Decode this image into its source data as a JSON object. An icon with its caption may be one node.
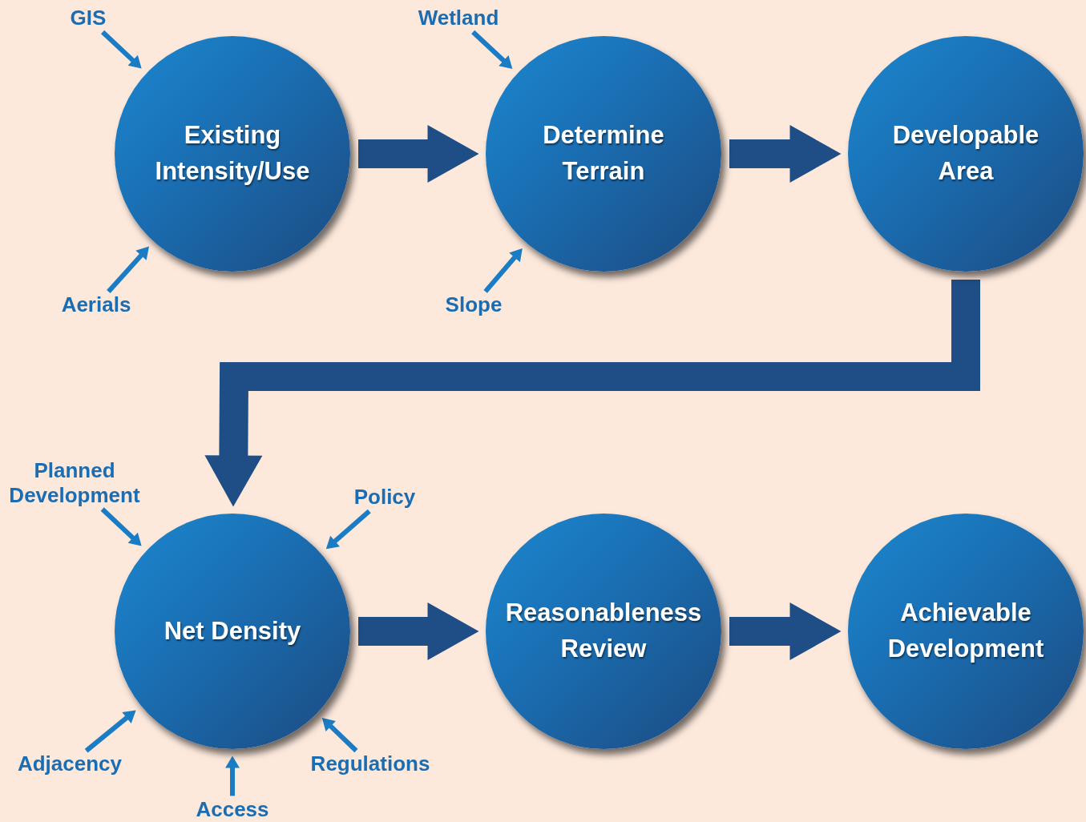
{
  "diagram": {
    "nodes": [
      {
        "text": [
          "GIS"
        ]
      },
      {
        "text": [
          "Wetland"
        ]
      },
      {
        "text": [
          "Existing Intensity/Use"
        ]
      },
      {
        "text": [
          "Determine Terrain"
        ]
      },
      {
        "text": [
          "Developable Area"
        ]
      },
      {
        "text": [
          "Aerials"
        ]
      },
      {
        "text": [
          "Slope"
        ]
      },
      {
        "text": [
          "Planned Development"
        ]
      },
      {
        "text": [
          "Policy"
        ]
      },
      {
        "text": [
          "Net Density"
        ]
      },
      {
        "text": [
          "Reasonableness Review"
        ]
      },
      {
        "text": [
          "Achievable Development"
        ]
      },
      {
        "text": [
          "Adjacency"
        ]
      },
      {
        "text": [
          "Regulations"
        ]
      },
      {
        "text": [
          "Access"
        ]
      }
    ],
    "edges": [
      {
        "from": 0,
        "to": 2,
        "arrow": "to"
      },
      {
        "from": 5,
        "to": 2,
        "arrow": "to"
      },
      {
        "from": 1,
        "to": 3,
        "arrow": "to"
      },
      {
        "from": 6,
        "to": 3,
        "arrow": "to"
      },
      {
        "from": 2,
        "to": 3,
        "arrow": "to",
        "style": "thick",
        "color": "#1f4e86"
      },
      {
        "from": 3,
        "to": 4,
        "arrow": "to",
        "style": "thick",
        "color": "#1f4e86"
      },
      {
        "from": 4,
        "to": 9,
        "arrow": "to",
        "style": "thick",
        "color": "#1f4e86"
      },
      {
        "from": 7,
        "to": 9,
        "arrow": "to"
      },
      {
        "from": 8,
        "to": 9,
        "arrow": "to"
      },
      {
        "from": 12,
        "to": 9,
        "arrow": "to"
      },
      {
        "from": 14,
        "to": 9,
        "arrow": "to"
      },
      {
        "from": 13,
        "to": 9,
        "arrow": "to"
      },
      {
        "from": 9,
        "to": 10,
        "arrow": "to",
        "style": "thick",
        "color": "#1f4e86"
      },
      {
        "from": 10,
        "to": 11,
        "arrow": "to",
        "style": "thick",
        "color": "#1f4e86"
      }
    ]
  }
}
